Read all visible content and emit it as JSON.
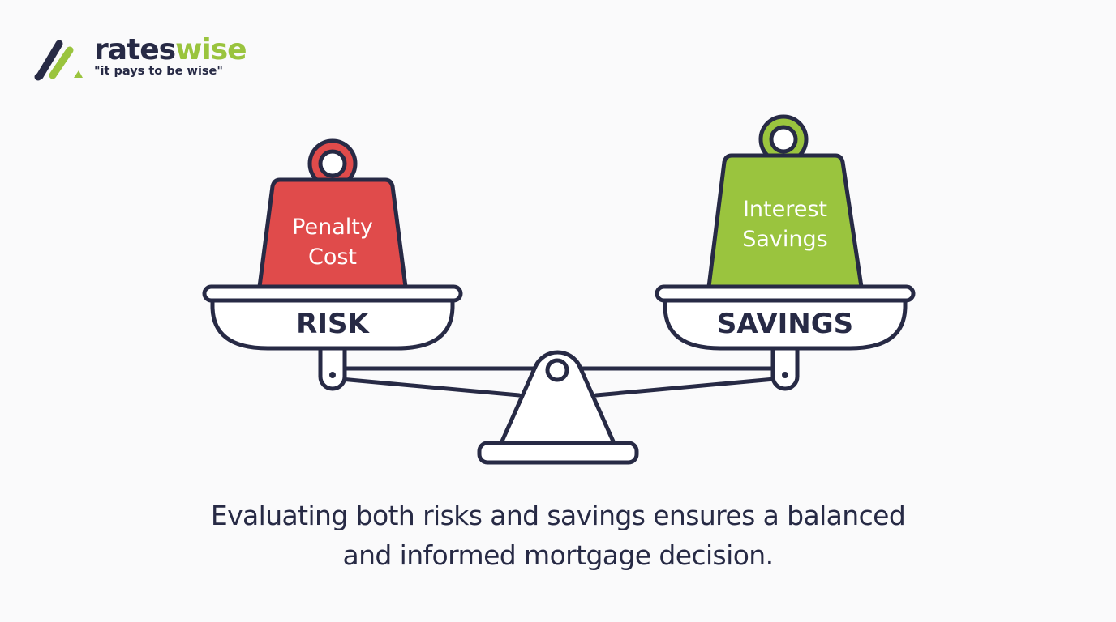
{
  "logo": {
    "brand_part1": "rates",
    "brand_part2": "wise",
    "tagline": "\"it pays to be wise\""
  },
  "scale": {
    "left": {
      "weight_label_line1": "Penalty",
      "weight_label_line2": "Cost",
      "pan_label": "RISK",
      "weight_color": "#e04b4b"
    },
    "right": {
      "weight_label_line1": "Interest",
      "weight_label_line2": "Savings",
      "pan_label": "SAVINGS",
      "weight_color": "#9ac43e"
    }
  },
  "caption": {
    "line1": "Evaluating both risks and savings ensures a balanced",
    "line2": "and informed mortgage decision."
  },
  "colors": {
    "outline": "#272a45",
    "accent_green": "#9ac43e",
    "accent_red": "#e04b4b",
    "background": "#fafafb"
  }
}
